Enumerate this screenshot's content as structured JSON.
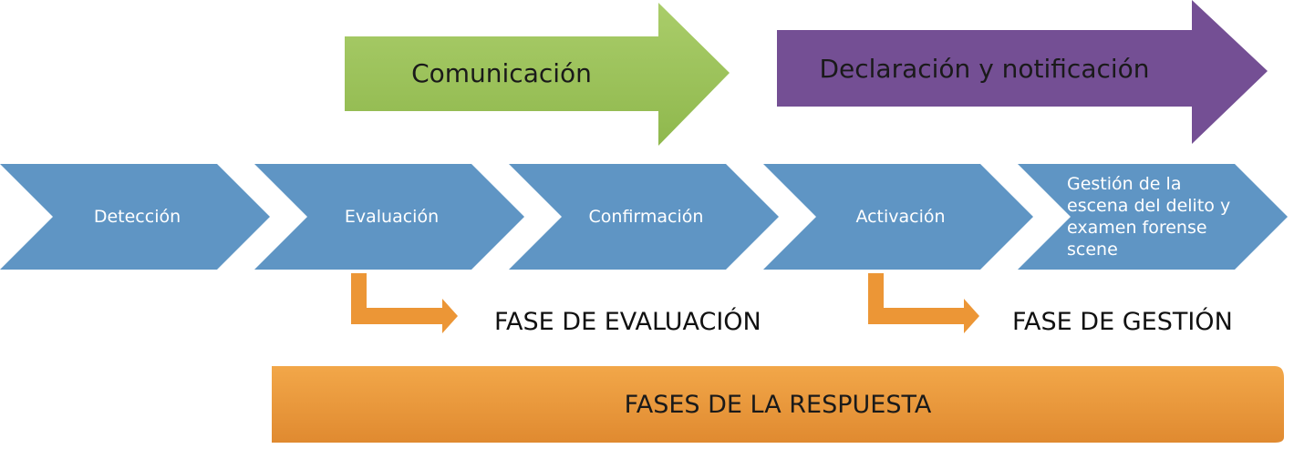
{
  "top_arrows": [
    {
      "label": "Comunicación",
      "color": "#9dc35a"
    },
    {
      "label": "Declaración y notificación",
      "color": "#744f94"
    }
  ],
  "steps": [
    {
      "label": "Detección"
    },
    {
      "label": "Evaluación"
    },
    {
      "label": "Confirmación"
    },
    {
      "label": "Activación"
    },
    {
      "label": "Gestión de la escena del delito y examen forense scene"
    }
  ],
  "phases": [
    {
      "label": "FASE DE EVALUACIÓN"
    },
    {
      "label": "FASE DE GESTIÓN"
    }
  ],
  "bottom_bar": {
    "label": "FASES DE LA RESPUESTA",
    "color": "#ee9a3e"
  },
  "colors": {
    "step": "#5f95c4",
    "phase_arrow": "#ec9636"
  }
}
